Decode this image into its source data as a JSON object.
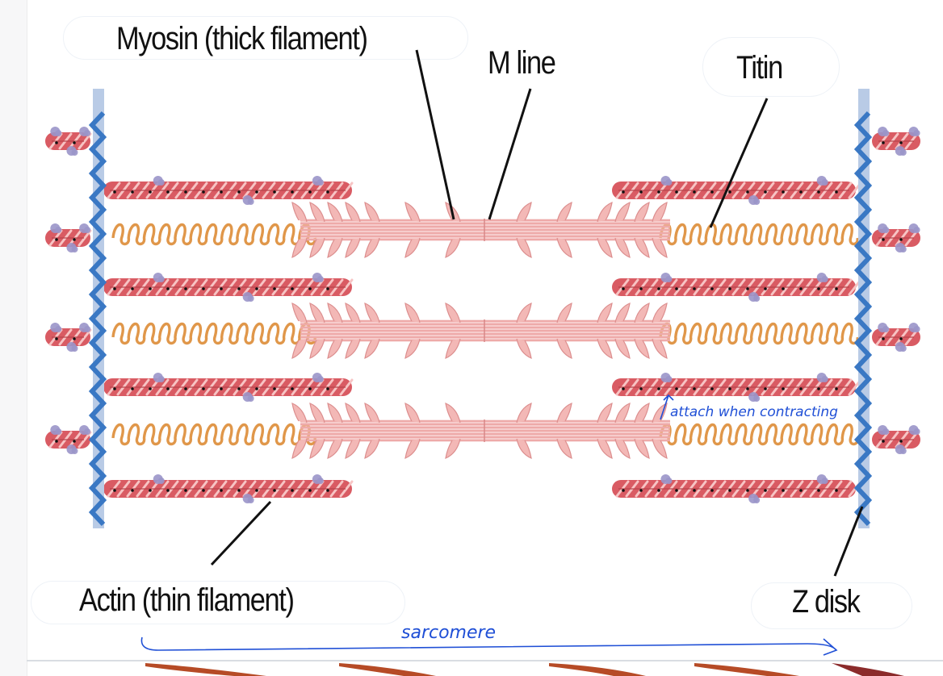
{
  "labels": {
    "myosin": "Myosin (thick filament)",
    "m_line": "M line",
    "titin": "Titin",
    "actin": "Actin (thin filament)",
    "z_disk": "Z disk"
  },
  "annotations": {
    "attach": "attach when contracting",
    "sarcomere": "sarcomere"
  },
  "colors": {
    "actin": "#d95b63",
    "actin_stripe": "#f7c4c4",
    "titin": "#e0974a",
    "myosin": "#f3b8b6",
    "z_disk": "#3a78c4",
    "z_disk_bar": "#b9cbe6",
    "troponin": "#9a95c9",
    "handwriting": "#1f4fd6"
  }
}
